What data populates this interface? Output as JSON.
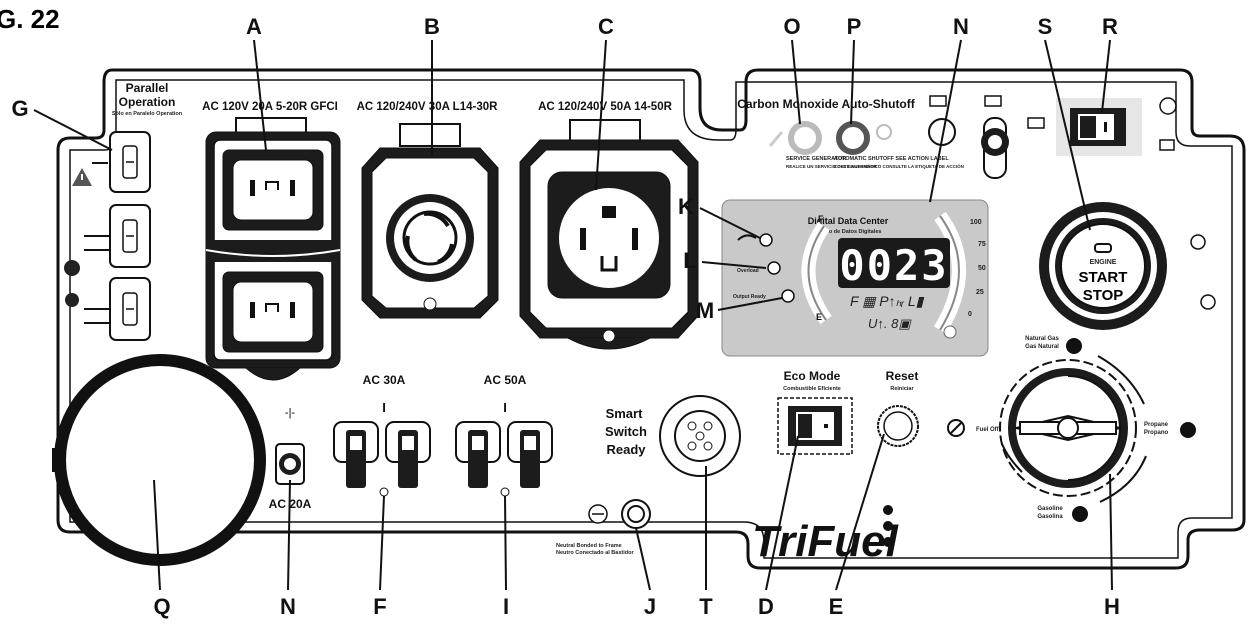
{
  "figure": {
    "title": "G. 22"
  },
  "callouts": [
    "A",
    "B",
    "C",
    "O",
    "P",
    "N",
    "S",
    "R",
    "G",
    "K",
    "L",
    "M",
    "Q",
    "N",
    "F",
    "I",
    "J",
    "T",
    "D",
    "E",
    "H"
  ],
  "panel": {
    "parallel_title_1": "Parallel",
    "parallel_title_2": "Operation",
    "parallel_subtitle": "Sólo en Paralelo Operation",
    "outlet_a": "AC 120V 20A 5-20R GFCI",
    "outlet_b": "AC 120/240V 30A L14-30R",
    "outlet_c": "AC 120/240V 50A 14-50R",
    "co_title": "Carbon Monoxide Auto-Shutoff",
    "co_service": "SERVICE GENERATOR",
    "co_service_es": "REALICE UN SERVICIO DEL GENERADOR",
    "co_auto": "AUTOMATIC SHUTOFF SEE ACTION LABEL",
    "co_auto_es": "CORTE AUTOMÁTICO CONSULTE LA ETIQUETA DE ACCIÓN",
    "ddc_title": "Digital Data Center",
    "ddc_subtitle": "Centro de Datos Digitales",
    "ddc_readout": "0023",
    "ddc_f": "F",
    "ddc_e": "E",
    "ddc_100": "100",
    "ddc_75": "75",
    "ddc_50": "50",
    "ddc_25": "25",
    "ddc_0": "0",
    "ddc_led_l": "Overload",
    "ddc_led_m": "Output Ready",
    "button_engine": "ENGINE",
    "button_start": "START",
    "button_stop": "STOP",
    "breaker_30": "AC 30A",
    "breaker_50": "AC 50A",
    "breaker_20": "AC 20A",
    "smart_1": "Smart",
    "smart_2": "Switch",
    "smart_3": "Ready",
    "eco_title": "Eco Mode",
    "eco_subtitle": "Combustible Eficiente",
    "reset_title": "Reset",
    "reset_subtitle": "Reiniciar",
    "neutral_1": "Neutral Bonded to Frame",
    "neutral_2": "Neutro Conectado al Bastidor",
    "brand": "TriFuel",
    "fuel_ng": "Natural Gas",
    "fuel_ng_es": "Gas Natural",
    "fuel_propane": "Propane",
    "fuel_propane_es": "Propano",
    "fuel_gasoline": "Gasoline",
    "fuel_gasoline_es": "Gasolina",
    "fuel_off": "Fuel Off"
  }
}
